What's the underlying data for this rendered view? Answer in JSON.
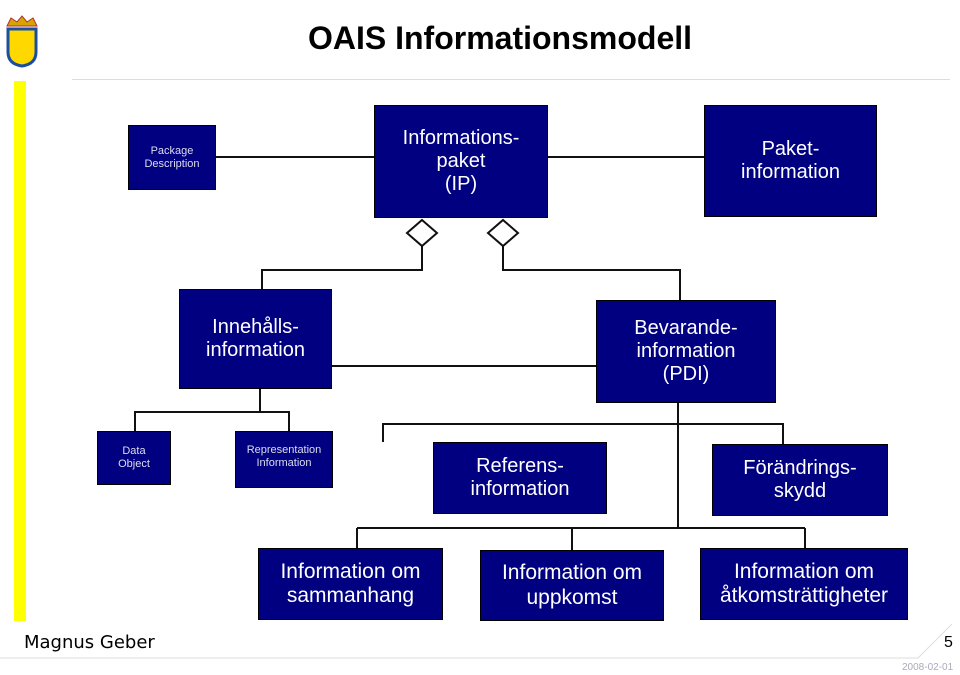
{
  "title": "OAIS Informationsmodell",
  "boxes": {
    "package_description": "Package\nDescription",
    "ip": "Informations-\npaket\n(IP)",
    "paketinformation": "Paket-\ninformation",
    "innehall": "Innehålls-\ninformation",
    "pdi": "Bevarande-\ninformation\n(PDI)",
    "data_object": "Data\nObject",
    "representation": "Representation\nInformation",
    "referens": "Referens-\ninformation",
    "forandring": "Förändrings-\nskydd",
    "sammanhang": "Information om\nsammanhang",
    "uppkomst": "Information om\nuppkomst",
    "atkomst": "Information om\nåtkomsträttigheter"
  },
  "footer": {
    "author": "Magnus Geber",
    "page": "5",
    "date": "2008-02-01"
  },
  "colors": {
    "box": "#000080",
    "accent_bar": "#ffff00"
  }
}
